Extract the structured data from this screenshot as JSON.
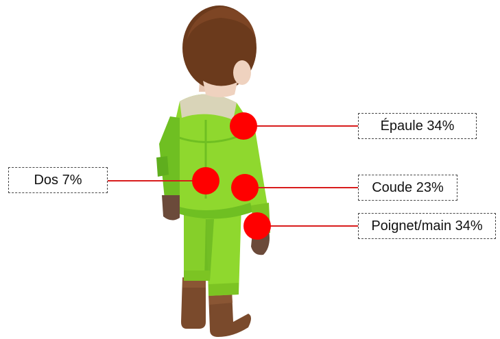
{
  "figure": {
    "character": {
      "skin_color": "#efd2bf",
      "hair_color": "#6b3a1c",
      "suit_color": "#8fd82e",
      "suit_shadow": "#5fae1e",
      "collar_color": "#d9d4b8",
      "glove_color": "#6b4a3a",
      "boot_color": "#7a4a2c"
    },
    "marker_color": "#ff0000",
    "leader_color": "#d81b1b",
    "labels": [
      {
        "id": "epaule",
        "text": "Épaule 34%"
      },
      {
        "id": "dos",
        "text": "Dos 7%"
      },
      {
        "id": "coude",
        "text": "Coude 23%"
      },
      {
        "id": "poignet",
        "text": "Poignet/main 34%"
      }
    ]
  }
}
